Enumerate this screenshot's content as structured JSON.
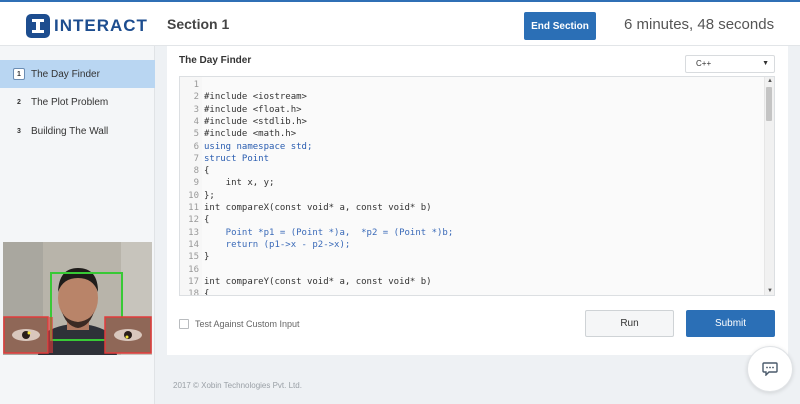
{
  "header": {
    "logo_text": "INTERACT",
    "section_title": "Section 1",
    "end_button_label": "End Section",
    "timer_text": "6 minutes, 48 seconds"
  },
  "sidebar": {
    "items": [
      {
        "number": "1",
        "label": "The Day Finder",
        "active": true
      },
      {
        "number": "2",
        "label": "The Plot Problem",
        "active": false
      },
      {
        "number": "3",
        "label": "Building The Wall",
        "active": false
      }
    ]
  },
  "problem": {
    "title": "The Day Finder",
    "language": "C++"
  },
  "editor": {
    "lines": [
      {
        "n": "1",
        "text": ""
      },
      {
        "n": "2",
        "text": "#include <iostream>"
      },
      {
        "n": "3",
        "text": "#include <float.h>"
      },
      {
        "n": "4",
        "text": "#include <stdlib.h>"
      },
      {
        "n": "5",
        "text": "#include <math.h>"
      },
      {
        "n": "6",
        "text": "using namespace std;"
      },
      {
        "n": "7",
        "text": "struct Point"
      },
      {
        "n": "8",
        "text": "{"
      },
      {
        "n": "9",
        "text": "    int x, y;"
      },
      {
        "n": "10",
        "text": "};"
      },
      {
        "n": "11",
        "text": "int compareX(const void* a, const void* b)"
      },
      {
        "n": "12",
        "text": "{"
      },
      {
        "n": "13",
        "text": "    Point *p1 = (Point *)a,  *p2 = (Point *)b;"
      },
      {
        "n": "14",
        "text": "    return (p1->x - p2->x);"
      },
      {
        "n": "15",
        "text": "}"
      },
      {
        "n": "16",
        "text": ""
      },
      {
        "n": "17",
        "text": "int compareY(const void* a, const void* b)"
      },
      {
        "n": "18",
        "text": "{"
      }
    ]
  },
  "controls": {
    "custom_input_label": "Test Against Custom Input",
    "run_label": "Run",
    "submit_label": "Submit"
  },
  "footer": {
    "copyright": "2017 © Xobin Technologies Pvt. Ltd."
  },
  "colors": {
    "accent": "#2b6fb6",
    "active_nav": "#b9d6f2",
    "keyword": "#2a5db0"
  },
  "icons": {
    "logo": "interact-logo-icon",
    "chat": "chat-icon",
    "caret": "caret-down-icon"
  }
}
